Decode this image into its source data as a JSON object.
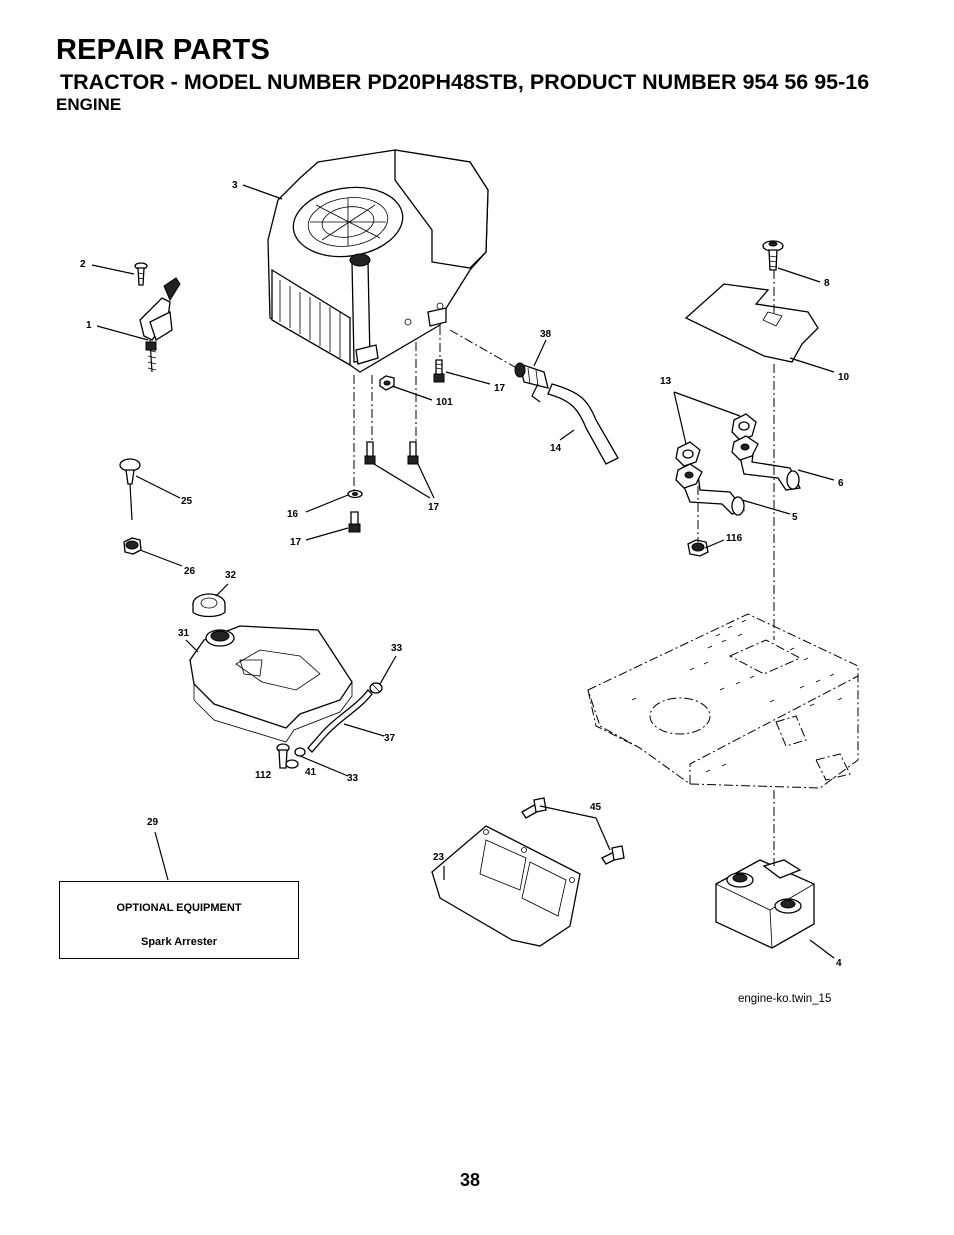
{
  "header": {
    "title": "REPAIR PARTS",
    "subtitle": "TRACTOR - MODEL NUMBER PD20PH48STB, PRODUCT NUMBER 954 56 95-16",
    "section": "ENGINE"
  },
  "callouts": {
    "c1": "1",
    "c2": "2",
    "c3": "3",
    "c4": "4",
    "c5": "5",
    "c6": "6",
    "c8": "8",
    "c10": "10",
    "c13": "13",
    "c14": "14",
    "c16": "16",
    "c17a": "17",
    "c17b": "17",
    "c17c": "17",
    "c23": "23",
    "c25": "25",
    "c26": "26",
    "c29": "29",
    "c31": "31",
    "c32": "32",
    "c33a": "33",
    "c33b": "33",
    "c37": "37",
    "c38": "38",
    "c41": "41",
    "c45": "45",
    "c101": "101",
    "c112": "112",
    "c116": "116"
  },
  "optional_box": {
    "title": "OPTIONAL EQUIPMENT",
    "item": "Spark Arrester"
  },
  "figure_id": "engine-ko.twin_15",
  "page_number": "38"
}
